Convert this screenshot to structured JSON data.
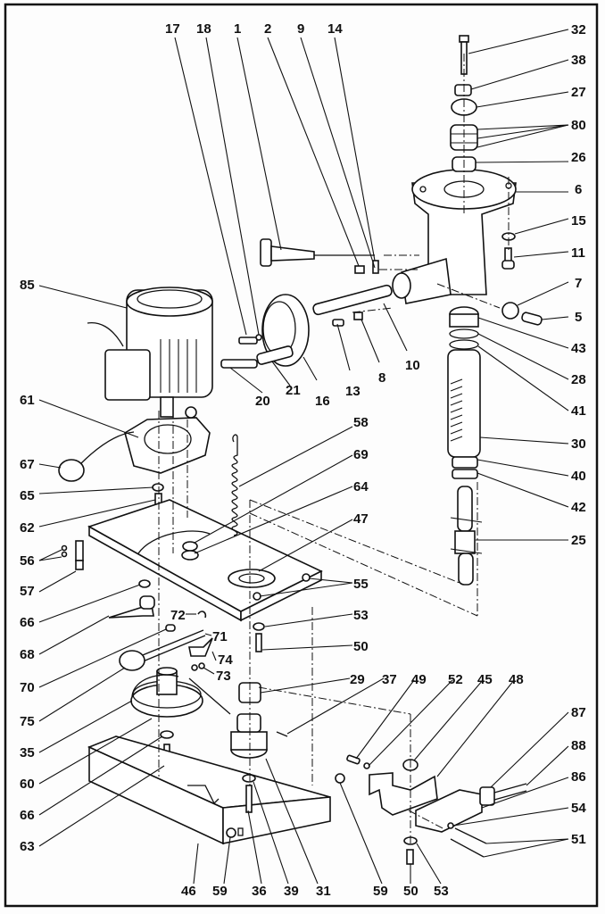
{
  "diagram": {
    "title": "",
    "type": "exploded-parts-diagram",
    "subject": "drill press / vertical drilling unit assembly",
    "part_labels": [
      {
        "id": "17",
        "group": "top"
      },
      {
        "id": "18",
        "group": "top"
      },
      {
        "id": "1",
        "group": "top"
      },
      {
        "id": "2",
        "group": "top"
      },
      {
        "id": "9",
        "group": "top"
      },
      {
        "id": "14",
        "group": "top"
      },
      {
        "id": "32",
        "group": "right"
      },
      {
        "id": "38",
        "group": "right"
      },
      {
        "id": "27",
        "group": "right"
      },
      {
        "id": "80",
        "group": "right"
      },
      {
        "id": "26",
        "group": "right"
      },
      {
        "id": "6",
        "group": "right"
      },
      {
        "id": "15",
        "group": "right"
      },
      {
        "id": "11",
        "group": "right"
      },
      {
        "id": "7",
        "group": "right"
      },
      {
        "id": "5",
        "group": "right"
      },
      {
        "id": "43",
        "group": "right"
      },
      {
        "id": "28",
        "group": "right"
      },
      {
        "id": "41",
        "group": "right"
      },
      {
        "id": "30",
        "group": "right"
      },
      {
        "id": "40",
        "group": "right"
      },
      {
        "id": "42",
        "group": "right"
      },
      {
        "id": "25",
        "group": "right"
      },
      {
        "id": "85",
        "group": "left"
      },
      {
        "id": "61",
        "group": "left"
      },
      {
        "id": "67",
        "group": "left"
      },
      {
        "id": "65",
        "group": "left"
      },
      {
        "id": "62",
        "group": "left"
      },
      {
        "id": "56",
        "group": "left"
      },
      {
        "id": "57",
        "group": "left"
      },
      {
        "id": "66",
        "group": "left"
      },
      {
        "id": "68",
        "group": "left"
      },
      {
        "id": "70",
        "group": "left"
      },
      {
        "id": "75",
        "group": "left"
      },
      {
        "id": "35",
        "group": "left"
      },
      {
        "id": "60",
        "group": "left"
      },
      {
        "id": "66b",
        "text": "66",
        "group": "left"
      },
      {
        "id": "63",
        "group": "left"
      },
      {
        "id": "20",
        "group": "center"
      },
      {
        "id": "21",
        "group": "center"
      },
      {
        "id": "16",
        "group": "center"
      },
      {
        "id": "13",
        "group": "center"
      },
      {
        "id": "8",
        "group": "center"
      },
      {
        "id": "10",
        "group": "center"
      },
      {
        "id": "58",
        "group": "center"
      },
      {
        "id": "69",
        "group": "center"
      },
      {
        "id": "64",
        "group": "center"
      },
      {
        "id": "47",
        "group": "center"
      },
      {
        "id": "55",
        "group": "center"
      },
      {
        "id": "53",
        "group": "center"
      },
      {
        "id": "50",
        "group": "center"
      },
      {
        "id": "72",
        "group": "center"
      },
      {
        "id": "71",
        "group": "center"
      },
      {
        "id": "74",
        "group": "center"
      },
      {
        "id": "73",
        "group": "center"
      },
      {
        "id": "29",
        "group": "bottom"
      },
      {
        "id": "37",
        "group": "bottom"
      },
      {
        "id": "49",
        "group": "bottom"
      },
      {
        "id": "52",
        "group": "bottom"
      },
      {
        "id": "45",
        "group": "bottom"
      },
      {
        "id": "48",
        "group": "bottom"
      },
      {
        "id": "87",
        "group": "bottom-right"
      },
      {
        "id": "88",
        "group": "bottom-right"
      },
      {
        "id": "86",
        "group": "bottom-right"
      },
      {
        "id": "54",
        "group": "bottom-right"
      },
      {
        "id": "51",
        "group": "bottom-right"
      },
      {
        "id": "46",
        "group": "bottom"
      },
      {
        "id": "59",
        "group": "bottom"
      },
      {
        "id": "36",
        "group": "bottom"
      },
      {
        "id": "39",
        "group": "bottom"
      },
      {
        "id": "31",
        "group": "bottom"
      },
      {
        "id": "59b",
        "text": "59",
        "group": "bottom"
      },
      {
        "id": "50b",
        "text": "50",
        "group": "bottom"
      },
      {
        "id": "53b",
        "text": "53",
        "group": "bottom"
      }
    ]
  }
}
